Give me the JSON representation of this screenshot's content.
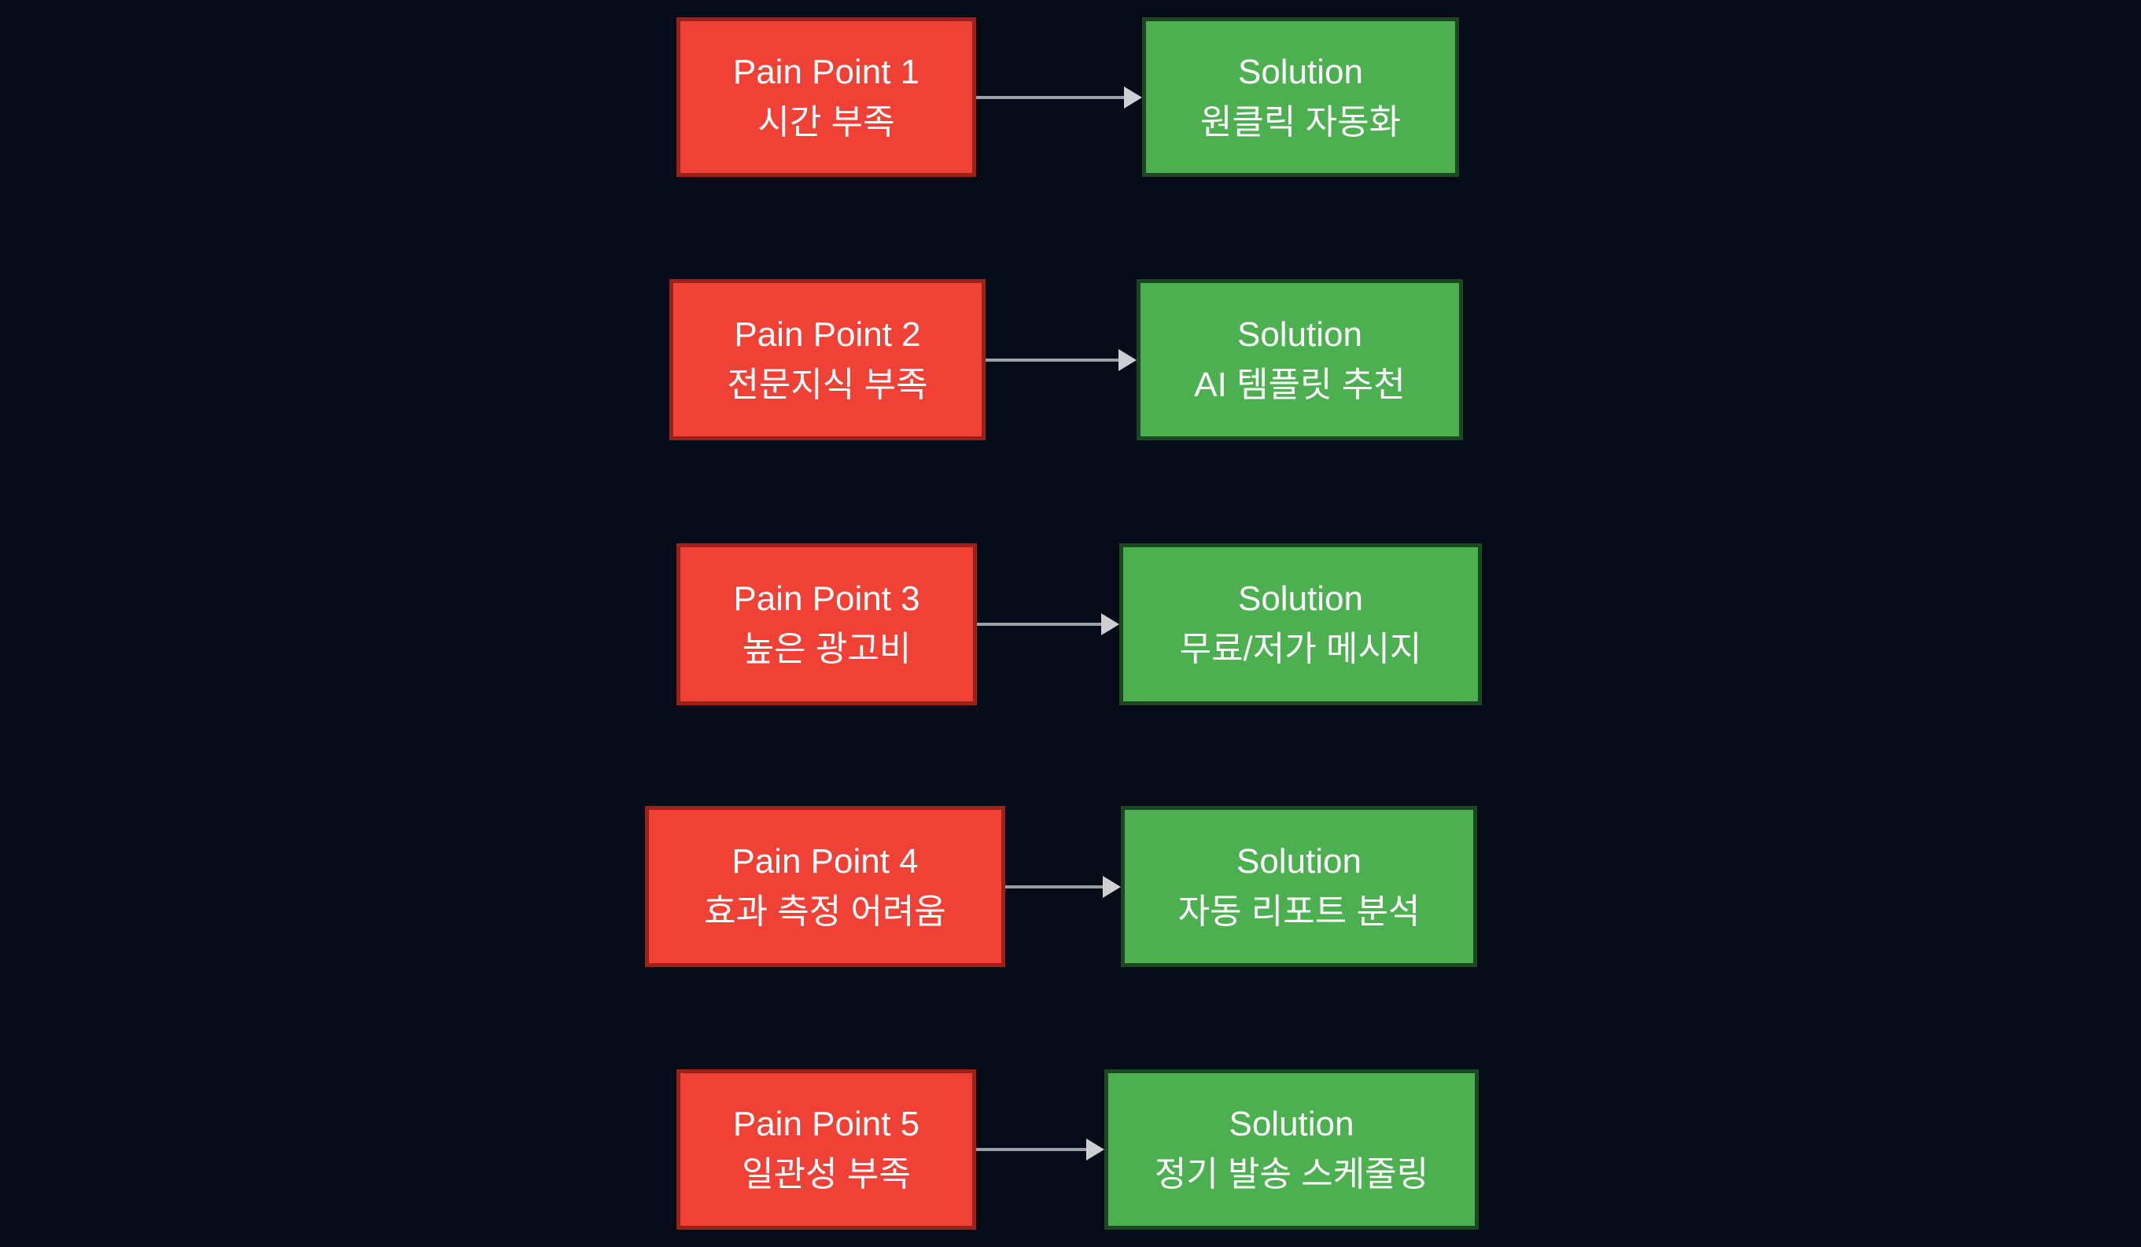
{
  "canvas": {
    "background": "#060B18"
  },
  "colors": {
    "pain_fill": "#EF4136",
    "pain_border": "#9A221A",
    "solution_fill": "#4CAF50",
    "solution_border": "#1B4723",
    "arrow_line": "#9AA0A6",
    "arrow_head": "#CDCFD2",
    "text": "#FFFFFF"
  },
  "rows": [
    {
      "pain": {
        "title": "Pain Point 1",
        "subtitle": "시간 부족"
      },
      "solution": {
        "title": "Solution",
        "subtitle": "원클릭 자동화"
      }
    },
    {
      "pain": {
        "title": "Pain Point 2",
        "subtitle": "전문지식 부족"
      },
      "solution": {
        "title": "Solution",
        "subtitle": "AI 템플릿 추천"
      }
    },
    {
      "pain": {
        "title": "Pain Point 3",
        "subtitle": "높은 광고비"
      },
      "solution": {
        "title": "Solution",
        "subtitle": "무료/저가 메시지"
      }
    },
    {
      "pain": {
        "title": "Pain Point 4",
        "subtitle": "효과 측정 어려움"
      },
      "solution": {
        "title": "Solution",
        "subtitle": "자동 리포트 분석"
      }
    },
    {
      "pain": {
        "title": "Pain Point 5",
        "subtitle": "일관성 부족"
      },
      "solution": {
        "title": "Solution",
        "subtitle": "정기 발송 스케줄링"
      }
    }
  ]
}
